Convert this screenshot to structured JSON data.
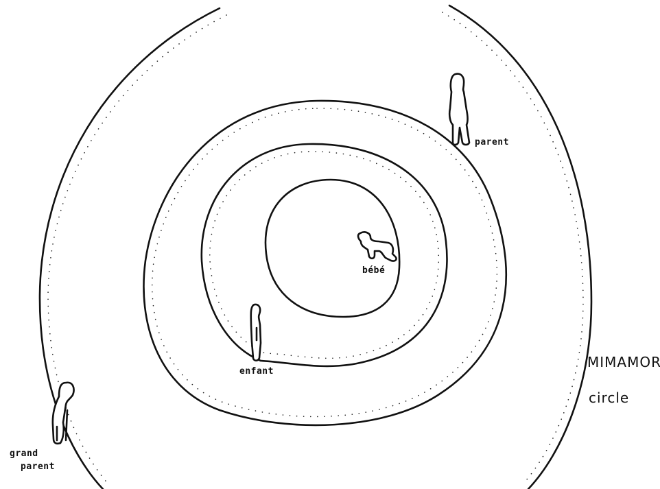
{
  "title": {
    "line1": "MIMAMORU",
    "line2": "circle"
  },
  "rings": [
    {
      "name": "bébé"
    },
    {
      "name": "enfant"
    },
    {
      "name": "parent"
    },
    {
      "name": "grand parent"
    }
  ],
  "labels": {
    "bebe": "bébé",
    "enfant": "enfant",
    "parent": "parent",
    "grandparent_line1": "grand",
    "grandparent_line2": "parent"
  },
  "colors": {
    "ink": "#111111",
    "background": "#ffffff"
  }
}
